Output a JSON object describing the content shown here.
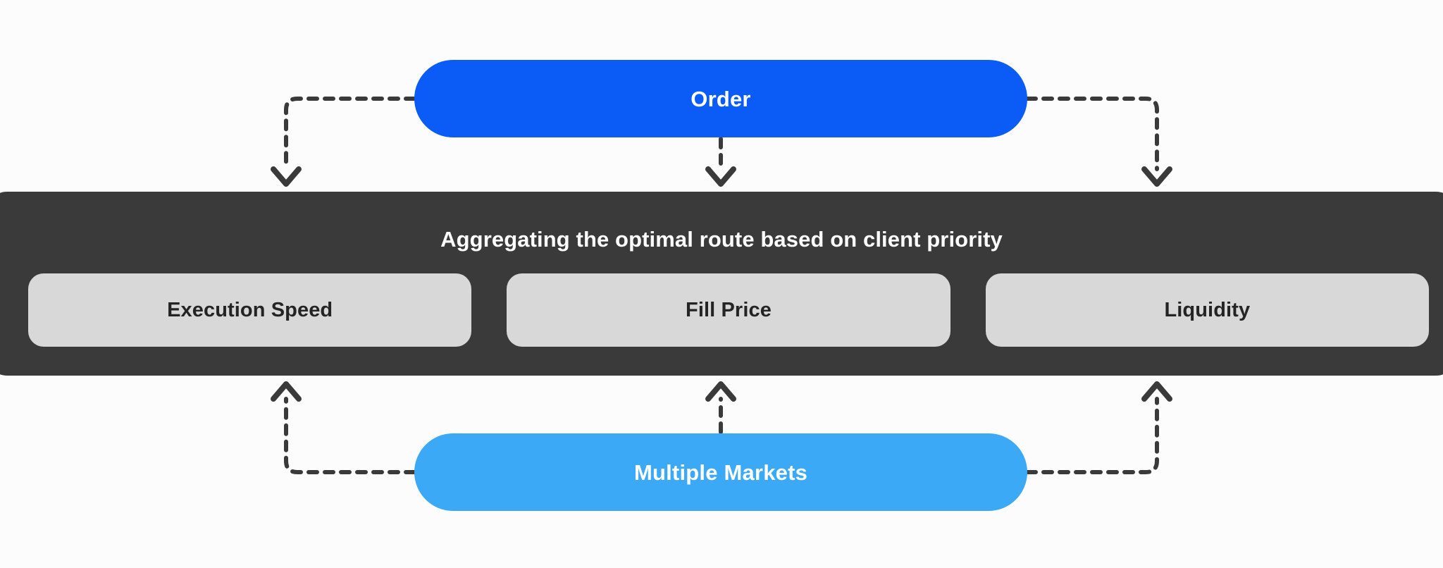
{
  "diagram": {
    "background_color": "#fcfcfd",
    "top_node": {
      "label": "Order",
      "color": "#0b5cf6",
      "text_color": "#ffffff"
    },
    "panel": {
      "title": "Aggregating the optimal route based on client priority",
      "color": "#3a3a3a",
      "text_color": "#ffffff",
      "criteria": [
        {
          "label": "Execution Speed"
        },
        {
          "label": "Fill Price"
        },
        {
          "label": "Liquidity"
        }
      ],
      "criteria_color": "#d8d8d8",
      "criteria_text_color": "#242424"
    },
    "bottom_node": {
      "label": "Multiple Markets",
      "color": "#3ba9f5",
      "text_color": "#ffffff"
    },
    "connectors": {
      "color": "#3a3a3a",
      "style": "dashed",
      "from_top_node_count": 3,
      "from_bottom_node_count": 3,
      "top_direction": "down",
      "bottom_direction": "up"
    }
  }
}
